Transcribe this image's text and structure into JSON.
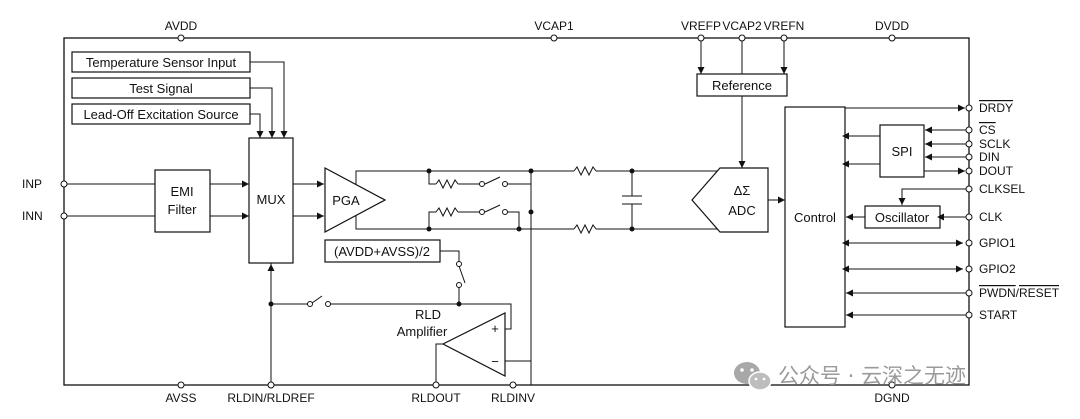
{
  "pins_top": {
    "avdd": "AVDD",
    "vcap1": "VCAP1",
    "vrefp": "VREFP",
    "vcap2": "VCAP2",
    "vrefn": "VREFN",
    "dvdd": "DVDD"
  },
  "pins_left": {
    "inp": "INP",
    "inn": "INN"
  },
  "pins_bottom": {
    "avss": "AVSS",
    "rldin_rldref": "RLDIN/RLDREF",
    "rldout": "RLDOUT",
    "rldinv": "RLDINV",
    "dgnd": "DGND"
  },
  "pins_right": {
    "drdy": "DRDY",
    "cs": "CS",
    "sclk": "SCLK",
    "din": "DIN",
    "dout": "DOUT",
    "clksel": "CLKSEL",
    "clk": "CLK",
    "gpio1": "GPIO1",
    "gpio2": "GPIO2",
    "pwdn": "PWDN",
    "reset": "RESET",
    "pwdn_sep": "/",
    "start": "START"
  },
  "blocks": {
    "temp_sensor": "Temperature Sensor Input",
    "test_signal": "Test Signal",
    "lead_off": "Lead-Off Excitation Source",
    "emi_line1": "EMI",
    "emi_line2": "Filter",
    "mux": "MUX",
    "pga": "PGA",
    "avdd_avss_half": "(AVDD+AVSS)/2",
    "rld_line1": "RLD",
    "rld_line2": "Amplifier",
    "reference": "Reference",
    "adc_line1": "ΔΣ",
    "adc_line2": "ADC",
    "control": "Control",
    "spi": "SPI",
    "oscillator": "Oscillator",
    "opamp_plus": "+",
    "opamp_minus": "−"
  },
  "watermark": {
    "text": "公众号 · 云深之无迹"
  }
}
